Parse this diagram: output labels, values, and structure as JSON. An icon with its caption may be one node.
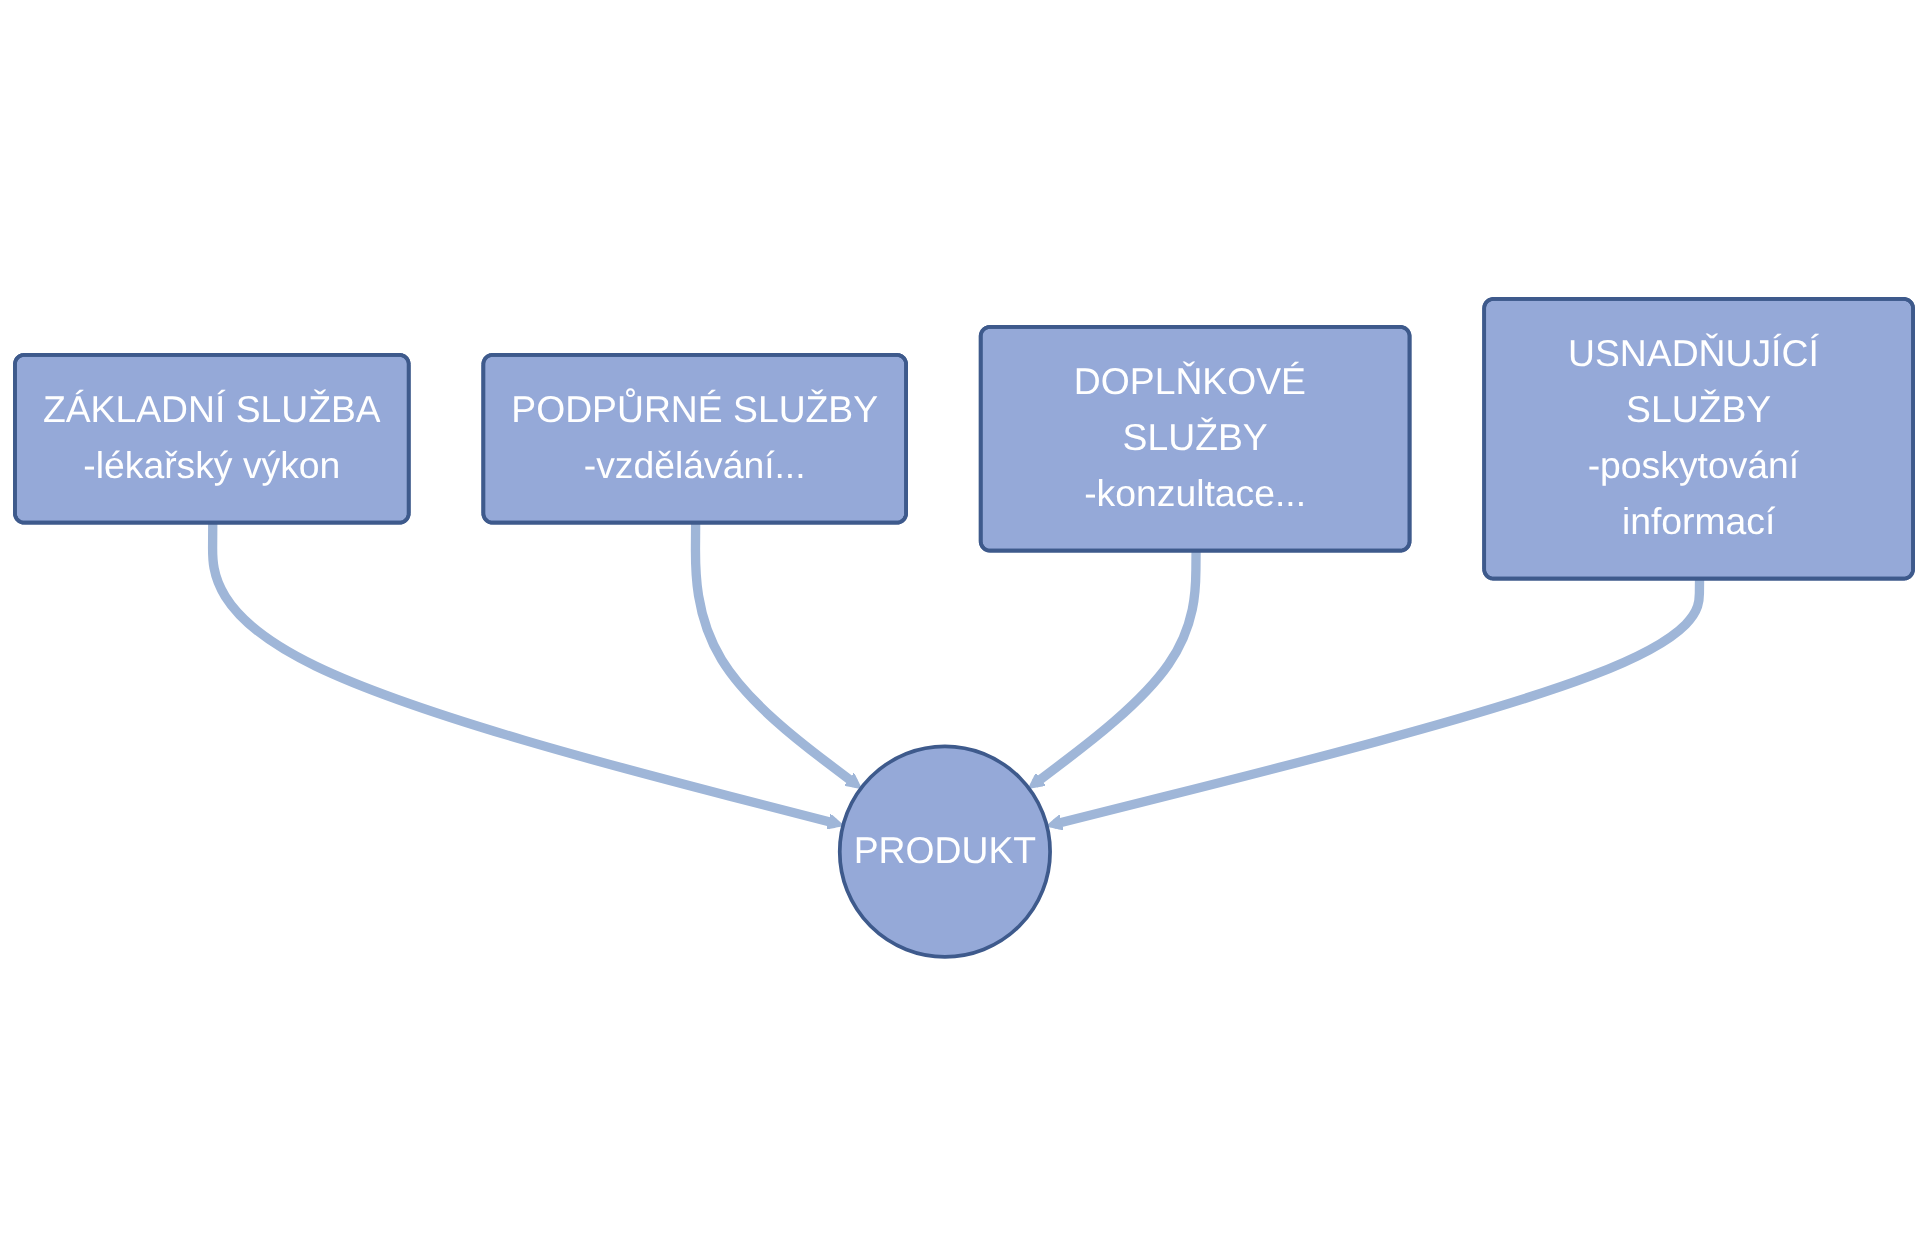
{
  "diagram": {
    "nodes": [
      {
        "text": [
          "ZÁKLADNÍ SLUŽBA",
          "-lékařský výkon"
        ]
      },
      {
        "text": [
          "PODPŮRNÉ SLUŽBY",
          "-vzdělávání..."
        ]
      },
      {
        "text": [
          "DOPLŇKOVÉ SLUŽBY",
          "-konzultace..."
        ]
      },
      {
        "text": [
          "USNADŇUJÍCÍ SLUŽBY",
          "-poskytování informací"
        ]
      },
      {
        "text": [
          "PRODUKT"
        ]
      }
    ],
    "edges": [
      {
        "from": 0,
        "to": 4,
        "arrow": "to"
      },
      {
        "from": 1,
        "to": 4,
        "arrow": "to"
      },
      {
        "from": 2,
        "to": 4,
        "arrow": "to"
      },
      {
        "from": 3,
        "to": 4,
        "arrow": "to"
      }
    ]
  }
}
